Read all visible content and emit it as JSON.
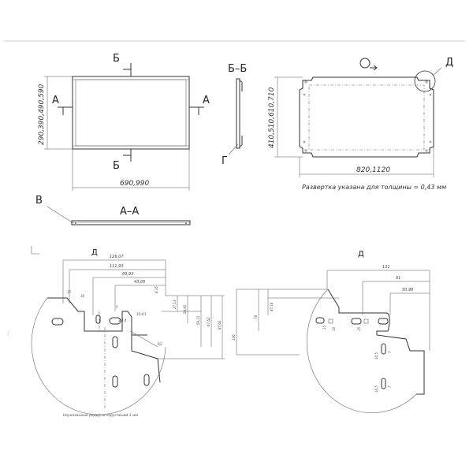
{
  "labels": {
    "sec_b_top": "Б",
    "sec_b_bottom": "Б",
    "sec_a_left": "А",
    "sec_a_right": "А",
    "view_bb": "Б–Б",
    "view_g": "Г",
    "view_d_marker": "Д",
    "view_v": "В",
    "view_aa": "А–А",
    "detail_d_left": "Д",
    "detail_d_right": "Д"
  },
  "dims": {
    "height_main": "290,390,490,590",
    "width_main": "690,990",
    "height_flat": "410,510,610,710",
    "width_flat": "820,1120",
    "note_thickness": "Развертка указана для толщины = 0,43 мм",
    "left_detail": [
      "126,07",
      "111,93",
      "69,93",
      "43,05",
      "8,35",
      "27,13",
      "24,41",
      "59,11",
      "67,62",
      "87,62",
      "10",
      "15",
      "5",
      "R3",
      "10,4,1",
      "3,4,4"
    ],
    "right_detail": [
      "131",
      "91",
      "50,98",
      "47,18",
      "74",
      "126",
      "15",
      "15",
      "10",
      "10,5",
      "10,5",
      "7",
      "7"
    ],
    "left_note": "Неуказанные радиусы скруглений 1 мм"
  }
}
